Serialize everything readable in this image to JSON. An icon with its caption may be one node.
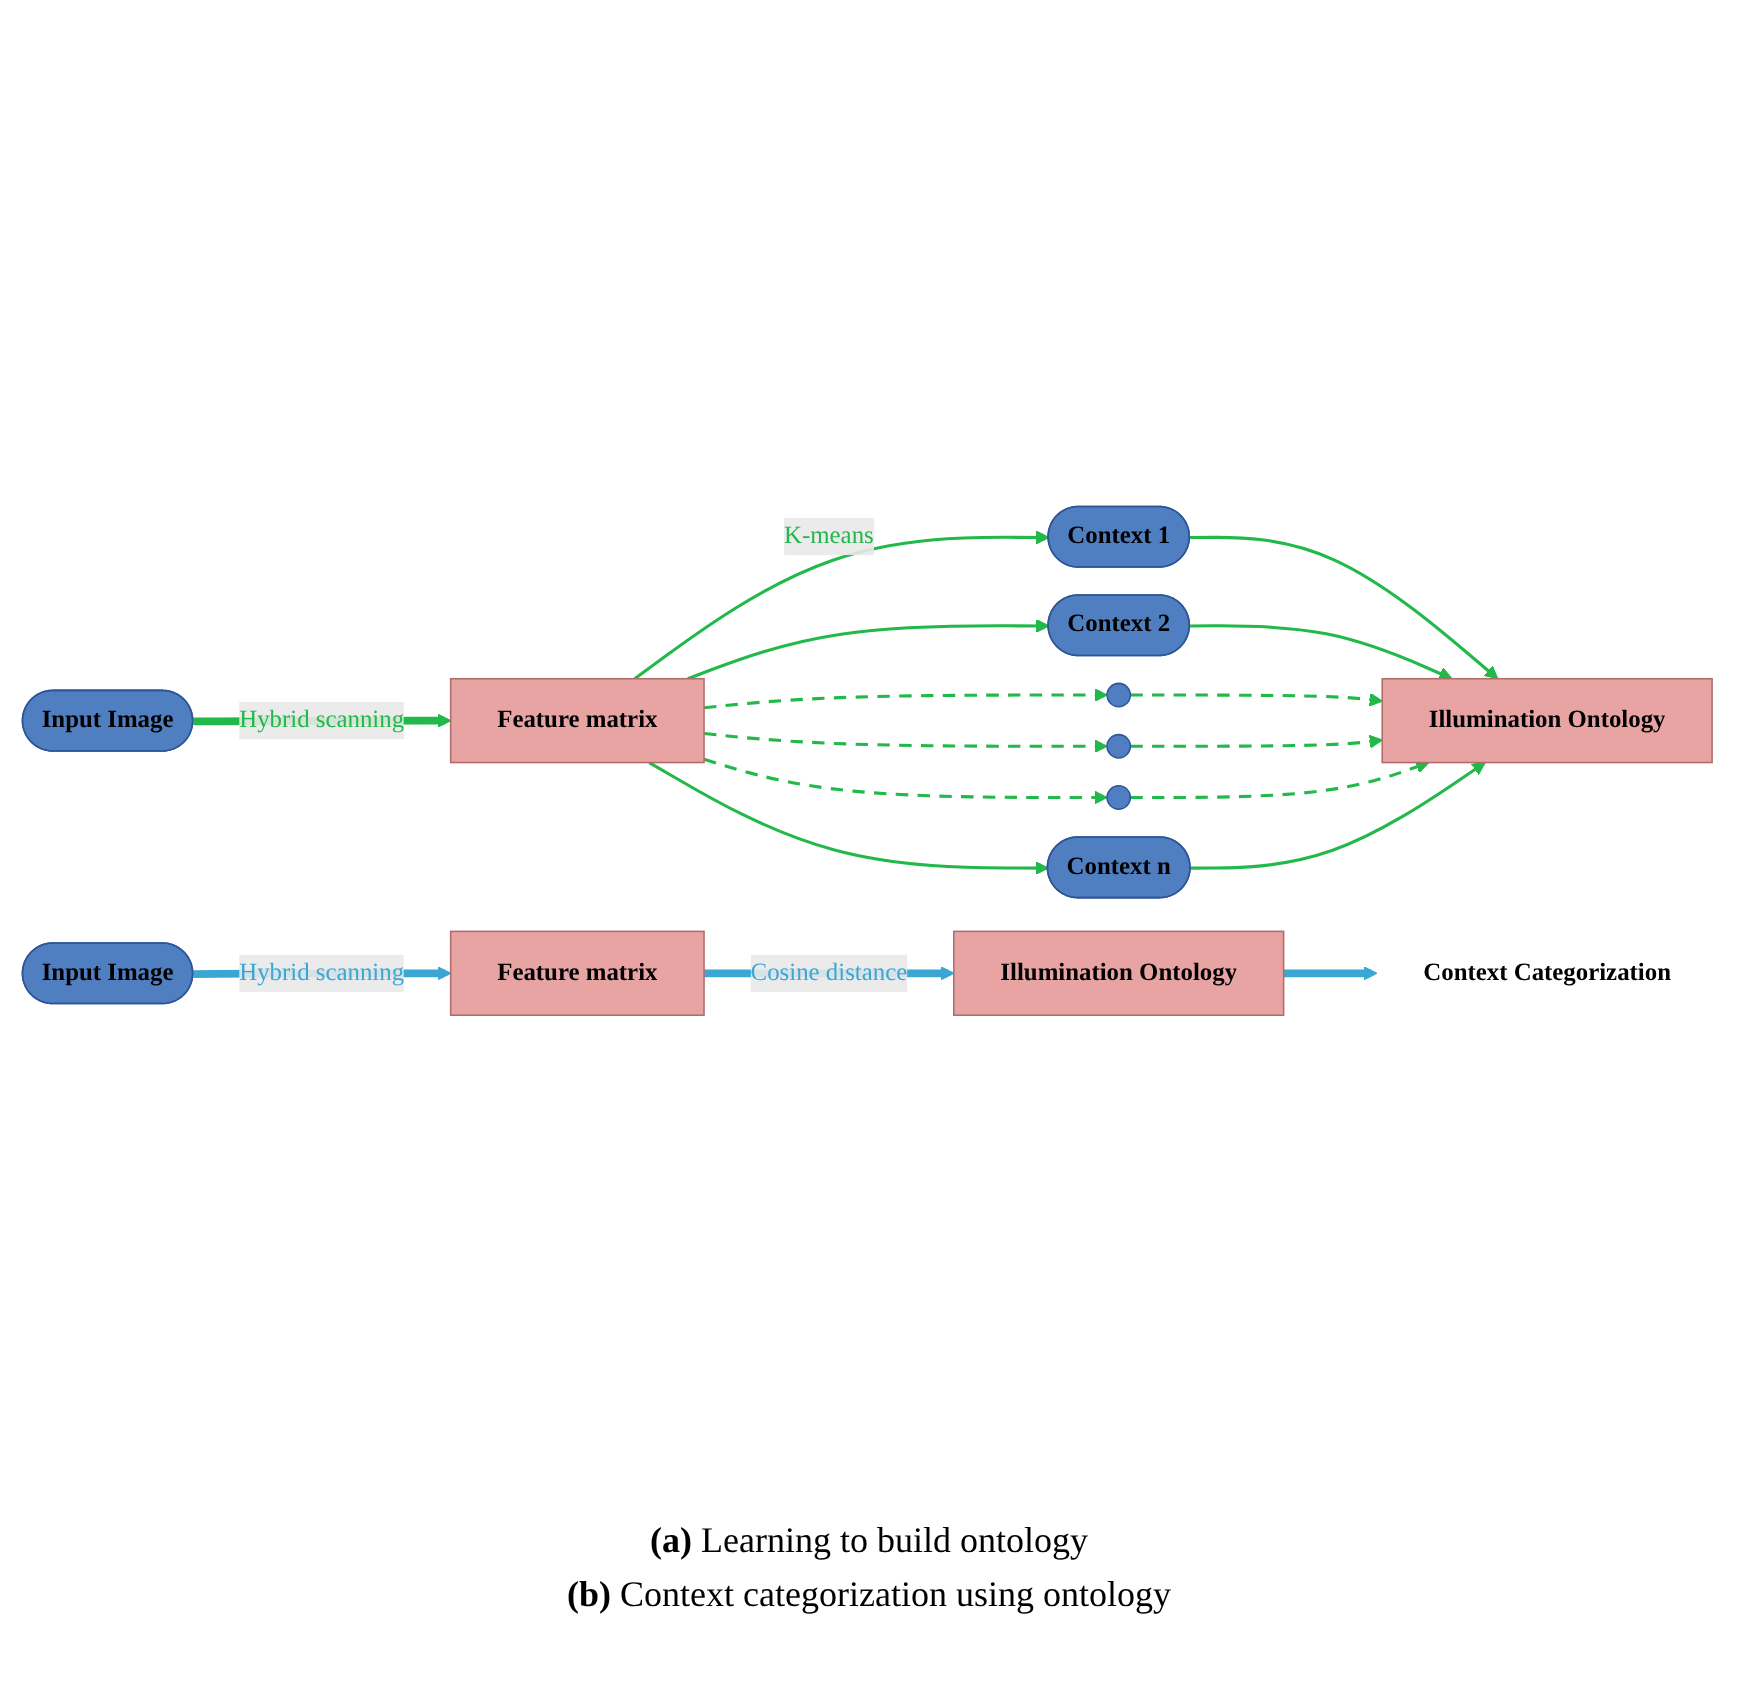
{
  "diagram": {
    "nodes": [
      {
        "text": [
          "Input Image"
        ]
      },
      {
        "text": [
          "Feature matrix"
        ]
      },
      {
        "text": [
          "Context 1"
        ]
      },
      {
        "text": [
          "Context 2"
        ]
      },
      {
        "text": [],
        "shape": "ellipse"
      },
      {
        "text": [],
        "shape": "ellipse"
      },
      {
        "text": [],
        "shape": "ellipse"
      },
      {
        "text": [
          "Context n"
        ]
      },
      {
        "text": [
          "Illumination Ontology"
        ]
      },
      {
        "text": [
          "Input Image"
        ]
      },
      {
        "text": [
          "Feature matrix"
        ]
      },
      {
        "text": [
          "Illumination Ontology"
        ]
      },
      {
        "text": [
          "Context Categorization"
        ]
      }
    ],
    "edges": [
      {
        "from": 0,
        "to": 1,
        "arrow": "to",
        "label": "Hybrid scanning",
        "style": "thick"
      },
      {
        "from": 1,
        "to": 2,
        "arrow": "to",
        "label": "K-means"
      },
      {
        "from": 1,
        "to": 3,
        "arrow": "to"
      },
      {
        "from": 1,
        "to": 4,
        "arrow": "to",
        "style": "dashed"
      },
      {
        "from": 1,
        "to": 5,
        "arrow": "to",
        "style": "dashed"
      },
      {
        "from": 1,
        "to": 6,
        "arrow": "to",
        "style": "dashed"
      },
      {
        "from": 1,
        "to": 7,
        "arrow": "to"
      },
      {
        "from": 2,
        "to": 8,
        "arrow": "to"
      },
      {
        "from": 3,
        "to": 8,
        "arrow": "to"
      },
      {
        "from": 4,
        "to": 8,
        "arrow": "to",
        "style": "dashed"
      },
      {
        "from": 5,
        "to": 8,
        "arrow": "to",
        "style": "dashed"
      },
      {
        "from": 6,
        "to": 8,
        "arrow": "to",
        "style": "dashed"
      },
      {
        "from": 7,
        "to": 8,
        "arrow": "to"
      },
      {
        "from": 9,
        "to": 10,
        "arrow": "to",
        "label": "Hybrid scanning",
        "style": "thick",
        "color": "#3aa6d4"
      },
      {
        "from": 10,
        "to": 11,
        "arrow": "to",
        "label": "Cosine distance",
        "style": "thick",
        "color": "#3aa6d4"
      },
      {
        "from": 11,
        "to": 12,
        "arrow": "to",
        "style": "thick",
        "color": "#3aa6d4"
      }
    ],
    "labels": [
      "**(a)** Learning to build ontology",
      "**(b)** Context categorization using ontology"
    ]
  }
}
